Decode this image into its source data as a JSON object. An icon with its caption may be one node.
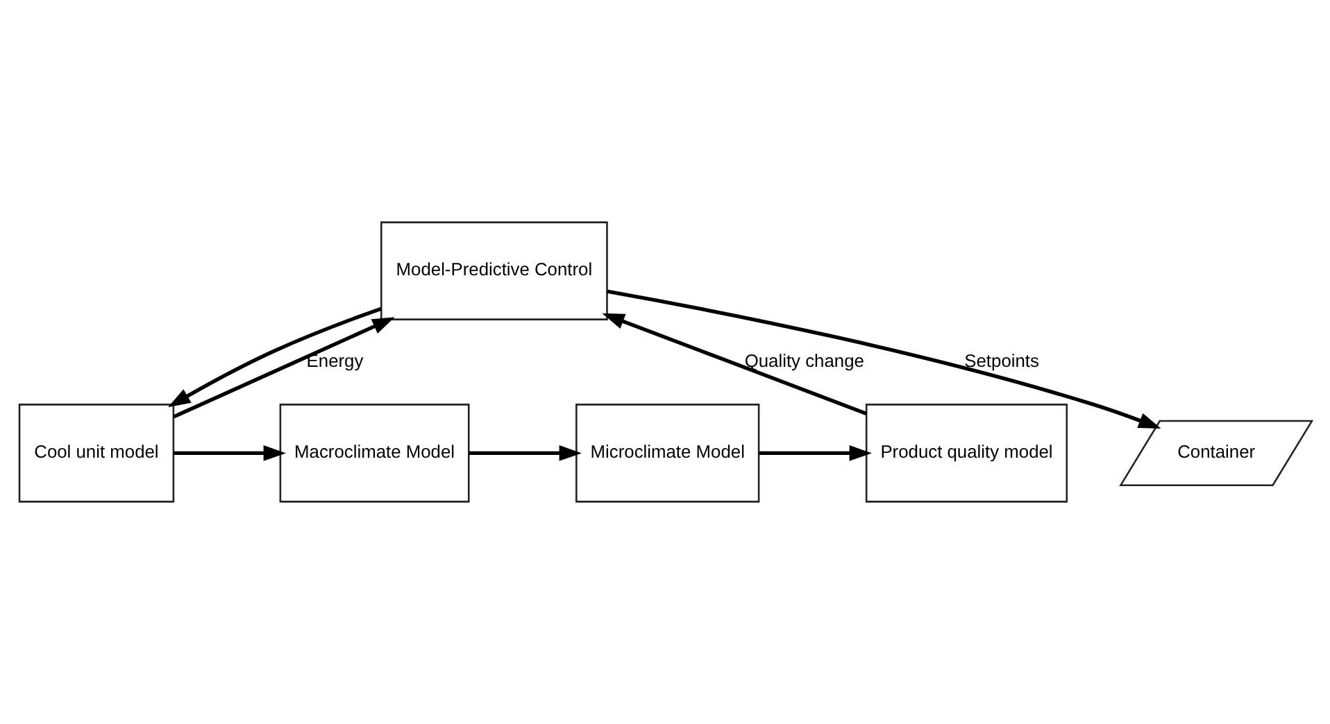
{
  "diagram": {
    "nodes": [
      {
        "text": [
          "Container"
        ]
      },
      {
        "text": [
          "Product quality model"
        ]
      },
      {
        "text": [
          "Microclimate Model"
        ]
      },
      {
        "text": [
          "Macroclimate Model"
        ]
      },
      {
        "text": [
          "Cool unit model"
        ]
      },
      {
        "text": [
          "Model-Predictive Control"
        ]
      }
    ],
    "edges": [
      {
        "from": 4,
        "to": 3,
        "arrow": "to"
      },
      {
        "from": 3,
        "to": 2,
        "arrow": "to"
      },
      {
        "from": 2,
        "to": 1,
        "arrow": "to"
      },
      {
        "from": 1,
        "to": 5,
        "arrow": "to",
        "label": "Quality change"
      },
      {
        "from": 4,
        "to": 5,
        "arrow": "to",
        "label": "Energy"
      },
      {
        "from": 5,
        "to": 0,
        "arrow": "to",
        "label": "Setpoints"
      },
      {
        "from": 5,
        "to": 4,
        "arrow": "to"
      }
    ]
  }
}
